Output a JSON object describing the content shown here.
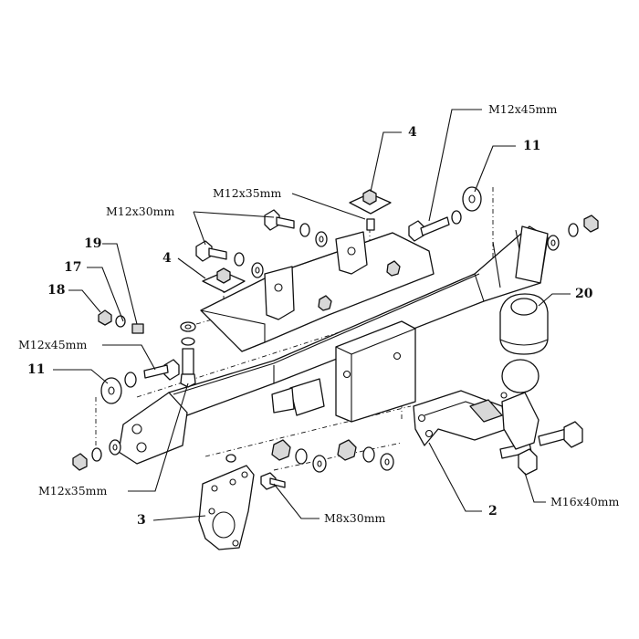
{
  "labels": {
    "m12x45_top": "M12x45mm",
    "num_4_top": "4",
    "num_11_right": "11",
    "m12x35_top": "M12x35mm",
    "m12x30": "M12x30mm",
    "num_19": "19",
    "num_4_left": "4",
    "num_17": "17",
    "num_18": "18",
    "num_20": "20",
    "m12x45_left": "M12x45mm",
    "num_11_left": "11",
    "m12x35_bottom": "M12x35mm",
    "num_3": "3",
    "m8x30": "M8x30mm",
    "num_2": "2",
    "m16x40": "M16x40mm"
  }
}
